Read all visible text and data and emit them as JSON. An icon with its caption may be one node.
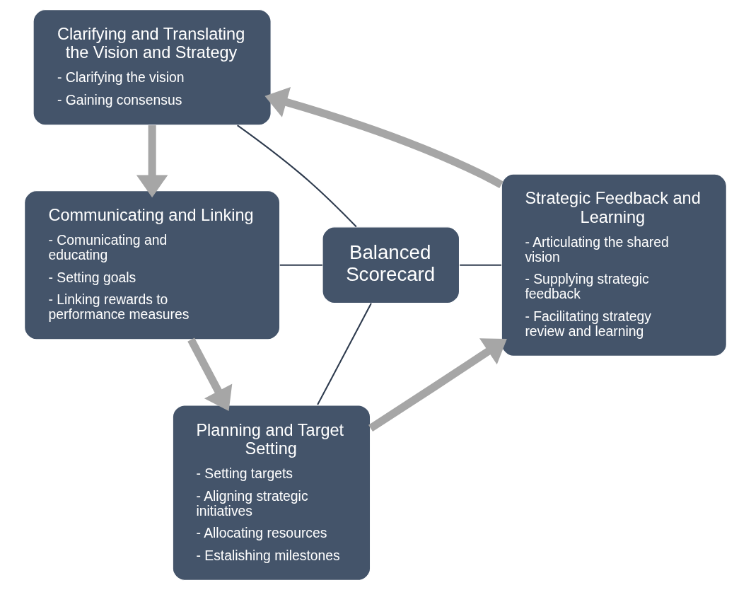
{
  "diagram": {
    "nodes": [
      {
        "text": [
          "Clarifying and Translating the Vision and Strategy",
          "- Clarifying the vision",
          "- Gaining consensus"
        ]
      },
      {
        "text": [
          "Communicating and Linking",
          "- Comunicating and educating",
          "- Setting goals",
          "- Linking rewards to performance measures"
        ]
      },
      {
        "text": [
          "Balanced Scorecard"
        ]
      },
      {
        "text": [
          "Strategic Feedback and Learning",
          "- Articulating the shared vision",
          "- Supplying strategic feedback",
          "- Facilitating strategy review and learning"
        ]
      },
      {
        "text": [
          "Planning and Target Setting",
          "- Setting targets",
          "- Aligning strategic initiatives",
          "- Allocating resources",
          "- Estalishing milestones"
        ]
      }
    ],
    "edges": [
      {
        "from": 2,
        "to": 0,
        "arrow": "none"
      },
      {
        "from": 2,
        "to": 1,
        "arrow": "none"
      },
      {
        "from": 2,
        "to": 3,
        "arrow": "none"
      },
      {
        "from": 2,
        "to": 4,
        "arrow": "none"
      },
      {
        "from": 0,
        "to": 1,
        "arrow": "to",
        "style": "thick",
        "color": "#a6a6a6"
      },
      {
        "from": 1,
        "to": 4,
        "arrow": "to",
        "style": "thick",
        "color": "#a6a6a6"
      },
      {
        "from": 4,
        "to": 3,
        "arrow": "to",
        "style": "thick",
        "color": "#a6a6a6"
      },
      {
        "from": 3,
        "to": 0,
        "arrow": "to",
        "style": "thick",
        "color": "#a6a6a6"
      }
    ]
  }
}
